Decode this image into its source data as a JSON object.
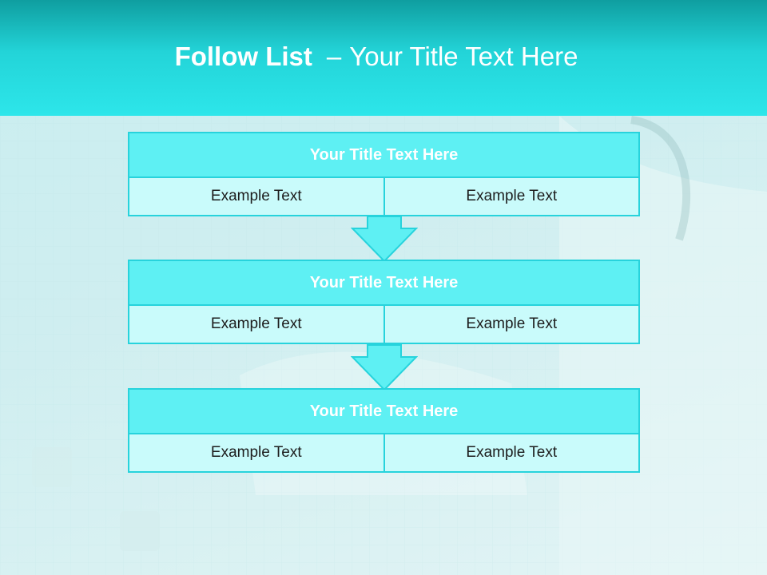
{
  "slide": {
    "title_bold": "Follow List",
    "title_sep": "–",
    "title_rest": "Your Title Text Here"
  },
  "blocks": [
    {
      "title": "Your Title Text Here",
      "cells": [
        "Example Text",
        "Example Text"
      ]
    },
    {
      "title": "Your Title Text Here",
      "cells": [
        "Example Text",
        "Example Text"
      ]
    },
    {
      "title": "Your Title Text Here",
      "cells": [
        "Example Text",
        "Example Text"
      ]
    }
  ],
  "colors": {
    "header_accent": "#2de6ea",
    "box_title_fill": "#5ef0f3",
    "box_cell_fill": "#c9fbfb",
    "border": "#27d3dc"
  }
}
